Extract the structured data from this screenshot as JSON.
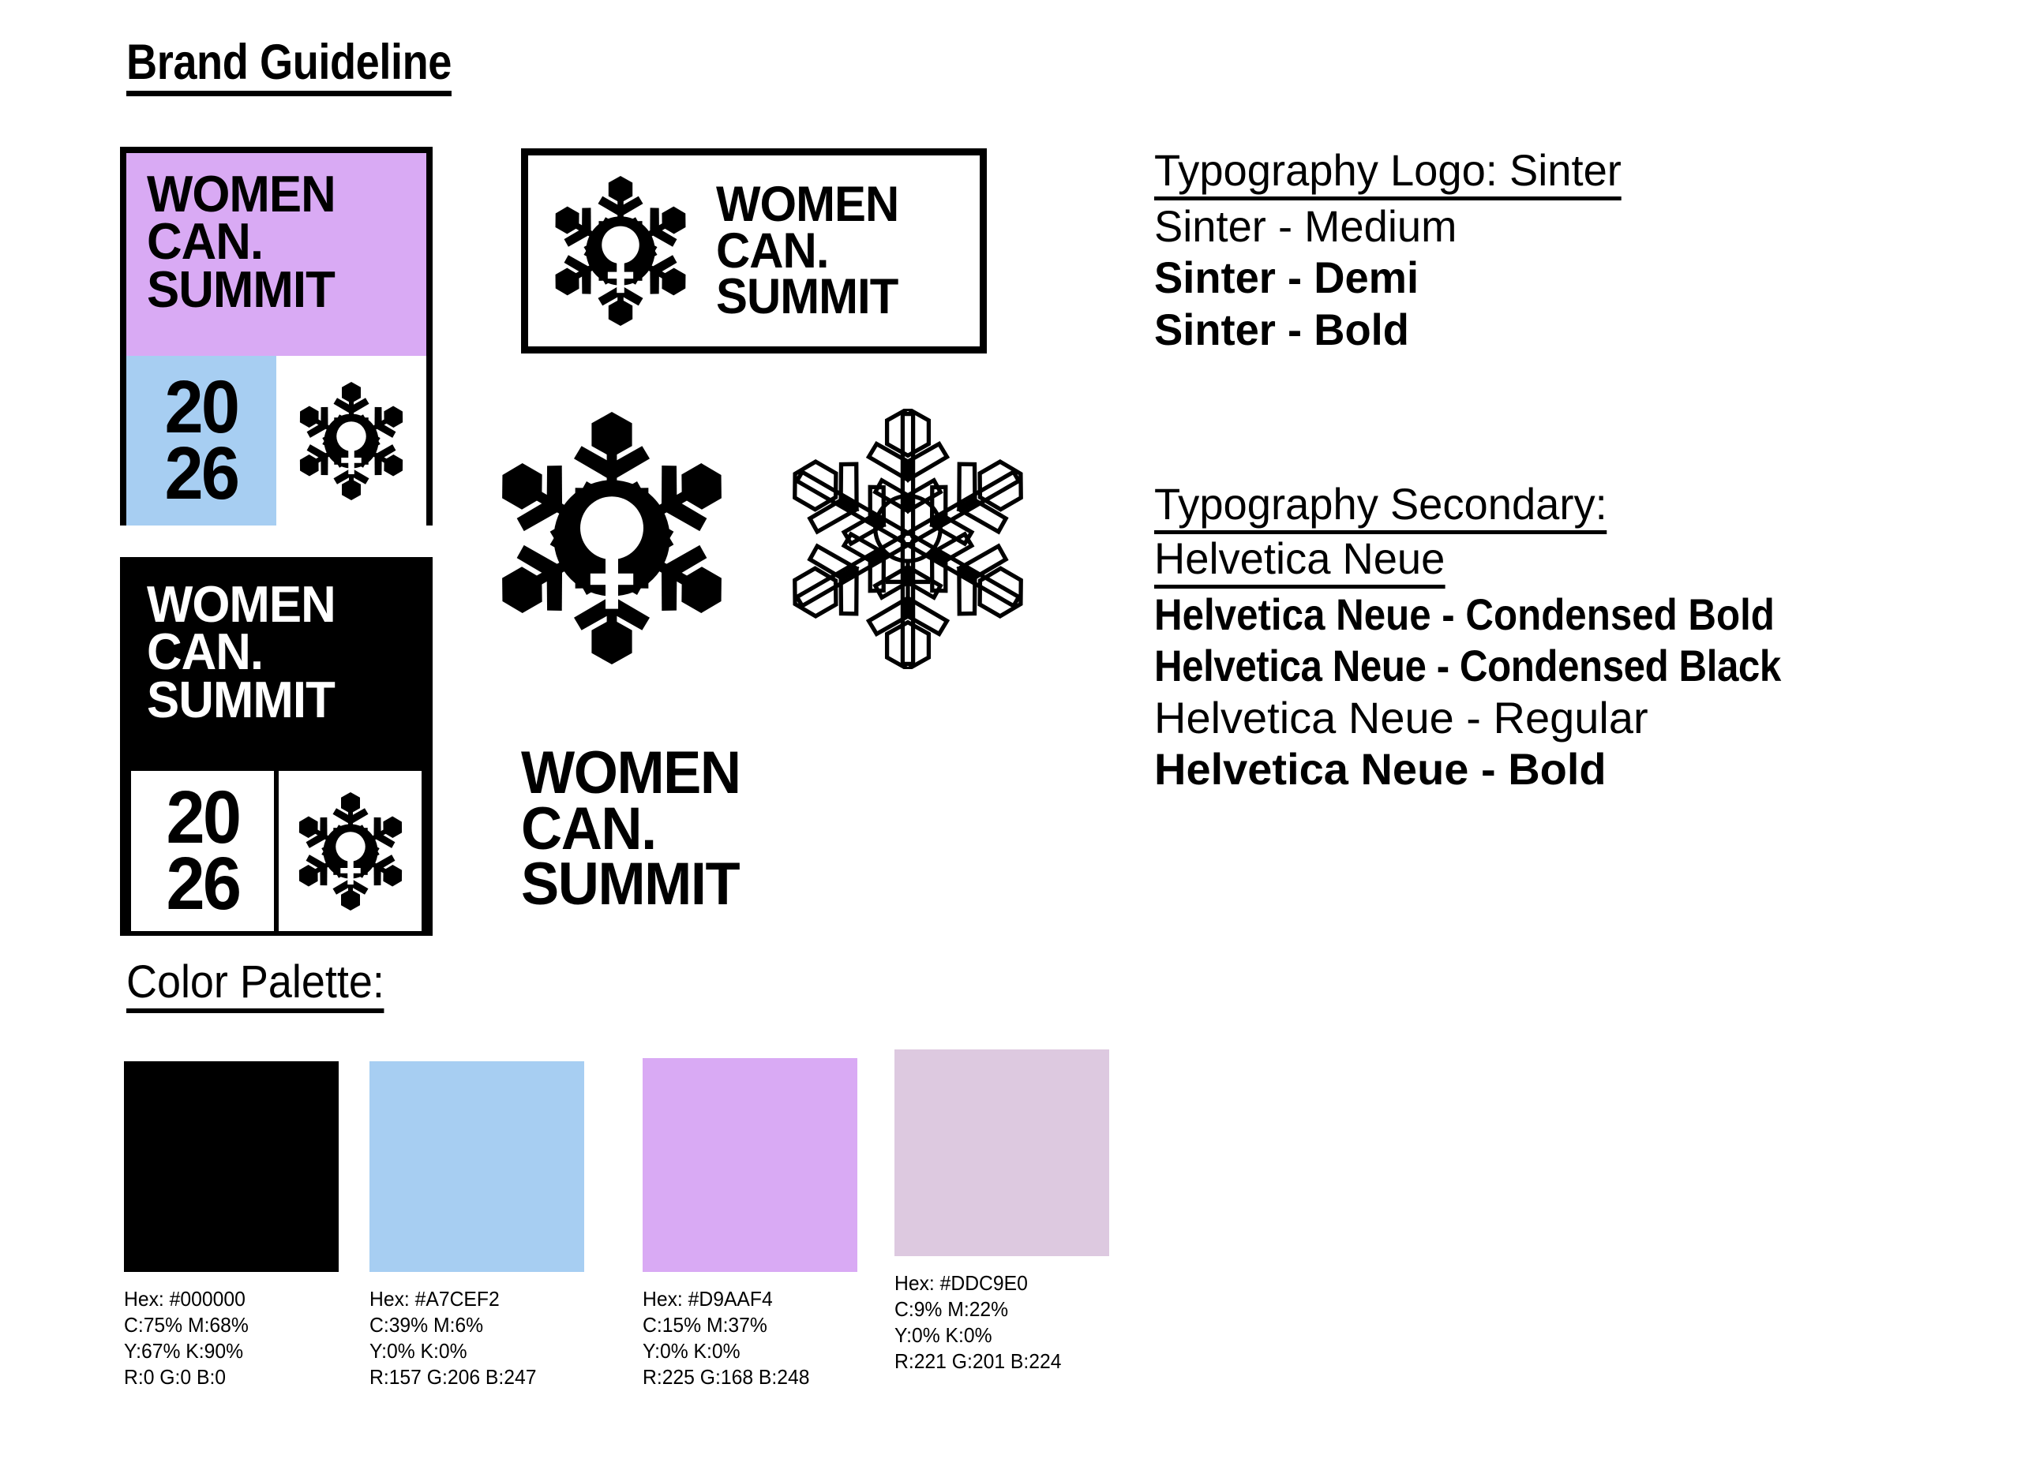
{
  "document": {
    "title": "Brand Guideline"
  },
  "brand": {
    "wordmark_lines": [
      "WOMEN",
      "CAN.",
      "SUMMIT"
    ],
    "year_lines": [
      "20",
      "26"
    ],
    "mark_name": "snowflake-venus-mark"
  },
  "typography": {
    "logo": {
      "heading": "Typography Logo: Sinter",
      "styles": [
        {
          "label": "Sinter - Medium",
          "weight": "medium"
        },
        {
          "label": "Sinter - Demi",
          "weight": "demi"
        },
        {
          "label": "Sinter - Bold",
          "weight": "bold"
        }
      ]
    },
    "secondary": {
      "heading": "Typography Secondary:",
      "family": "Helvetica Neue",
      "styles": [
        {
          "label": "Helvetica Neue - Condensed Bold",
          "weight": "condensed-bold"
        },
        {
          "label": "Helvetica Neue - Condensed Black",
          "weight": "condensed-black"
        },
        {
          "label": "Helvetica Neue - Regular",
          "weight": "regular"
        },
        {
          "label": "Helvetica Neue - Bold",
          "weight": "bold"
        }
      ]
    }
  },
  "palette": {
    "heading": "Color Palette:",
    "swatches": [
      {
        "name": "black",
        "hex": "#000000",
        "hex_label": "Hex: #000000",
        "cmyk_line1": "C:75% M:68%",
        "cmyk_line2": "Y:67% K:90%",
        "rgb_line": "R:0 G:0 B:0",
        "spec": "Hex: #000000\nC:75% M:68%\nY:67% K:90%\nR:0 G:0 B:0"
      },
      {
        "name": "light-blue",
        "hex": "#A7CEF2",
        "hex_label": "Hex: #A7CEF2",
        "cmyk_line1": "C:39% M:6%",
        "cmyk_line2": "Y:0% K:0%",
        "rgb_line": "R:157 G:206 B:247",
        "spec": "Hex: #A7CEF2\nC:39% M:6%\nY:0% K:0%\nR:157 G:206 B:247"
      },
      {
        "name": "violet",
        "hex": "#D9AAF4",
        "hex_label": "Hex: #D9AAF4",
        "cmyk_line1": "C:15% M:37%",
        "cmyk_line2": "Y:0% K:0%",
        "rgb_line": "R:225 G:168 B:248",
        "spec": "Hex: #D9AAF4\nC:15% M:37%\nY:0% K:0%\nR:225 G:168 B:248"
      },
      {
        "name": "mauve",
        "hex": "#DDC9E0",
        "hex_label": "Hex: #DDC9E0",
        "cmyk_line1": "C:9% M:22%",
        "cmyk_line2": "Y:0% K:0%",
        "rgb_line": "R:221 G:201 B:224",
        "spec": "Hex: #DDC9E0\nC:9% M:22%\nY:0% K:0%\nR:221 G:201 B:224"
      }
    ]
  }
}
